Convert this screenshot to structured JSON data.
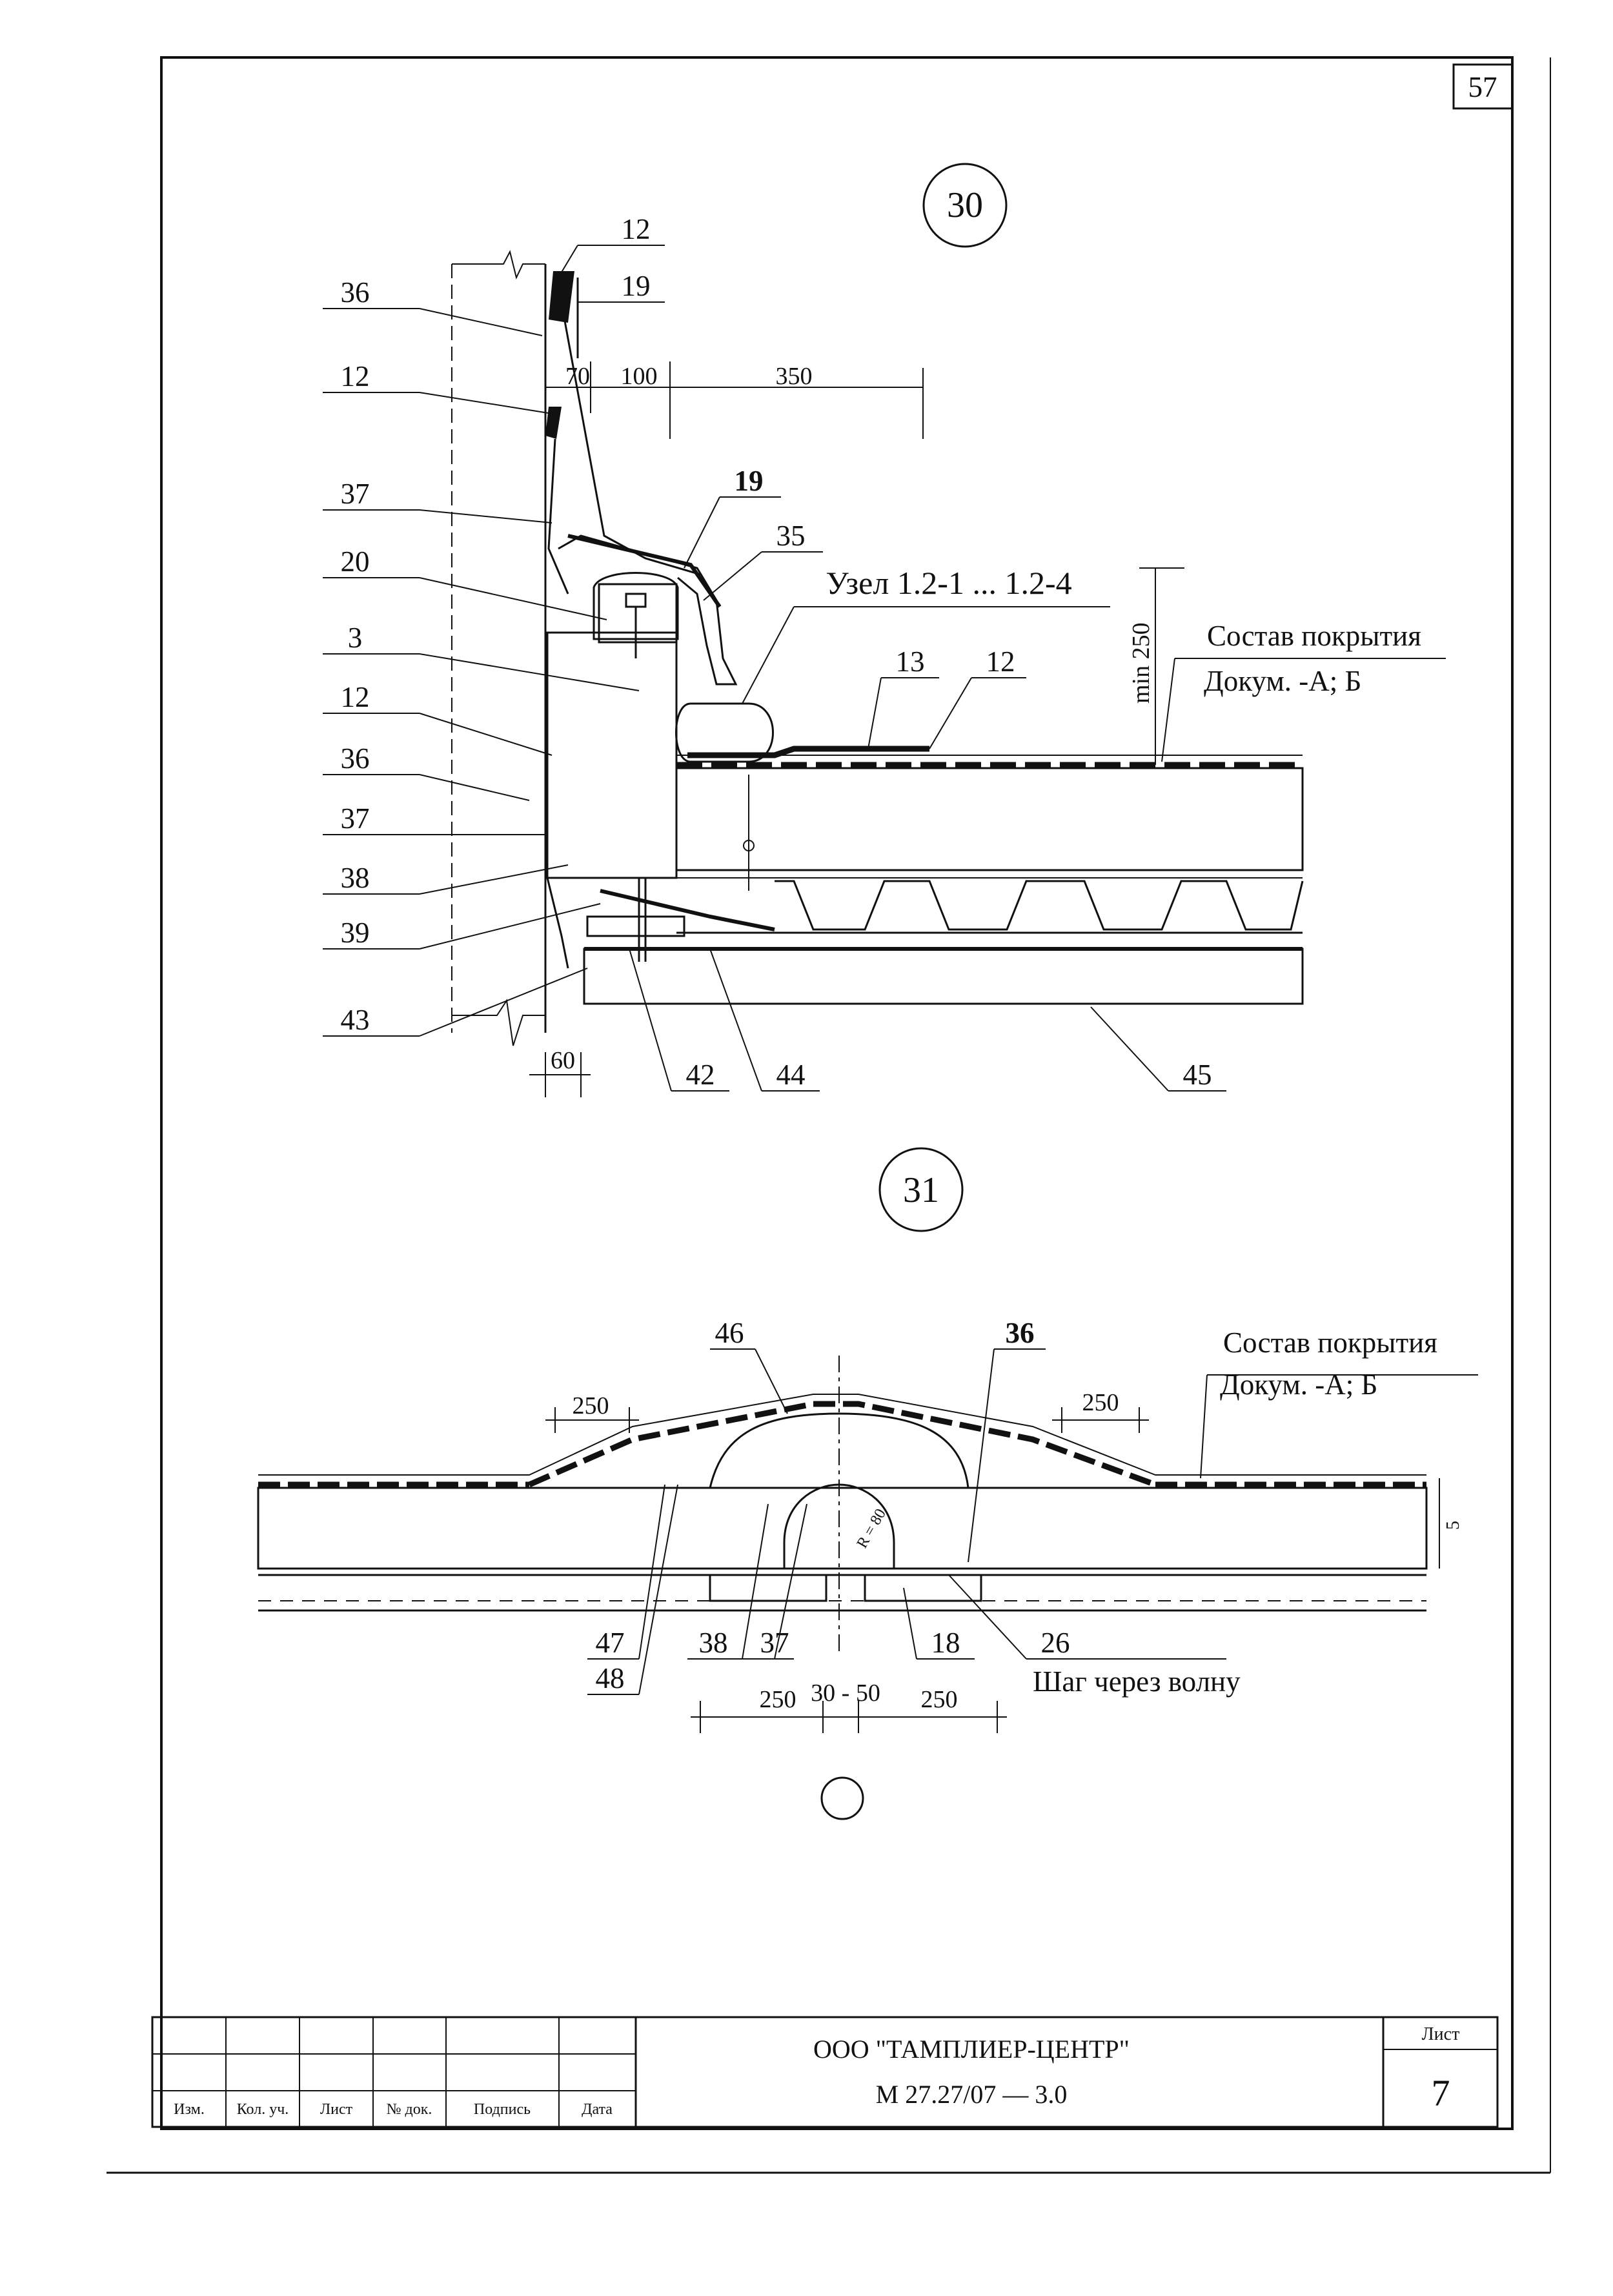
{
  "sheet_number": "57",
  "detail_30": {
    "number": "30",
    "node_ref": "Узел 1.2-1 ... 1.2-4",
    "coating_title": "Состав покрытия",
    "coating_doc": "Докум. -А; Б",
    "min_dim": "min 250",
    "dims": [
      "70",
      "100",
      "350",
      "60"
    ],
    "left_callouts": [
      "12",
      "19",
      "36",
      "12",
      "37",
      "20",
      "3",
      "12",
      "36",
      "37",
      "38",
      "39",
      "43"
    ],
    "right_callouts": [
      "19",
      "35",
      "13",
      "12",
      "42",
      "44",
      "45"
    ]
  },
  "detail_31": {
    "number": "31",
    "coating_title": "Состав покрытия",
    "coating_doc": "Докум. -А; Б",
    "pitch_note": "Шаг через волну",
    "radius": "R = 80",
    "thickness": "5",
    "dims_top": [
      "250",
      "250"
    ],
    "dims_bottom": [
      "250",
      "30 - 50",
      "250"
    ],
    "callouts": [
      "46",
      "36",
      "47",
      "48",
      "38",
      "37",
      "18",
      "26"
    ]
  },
  "title_block": {
    "company": "ООО \"ТАМПЛИЕР-ЦЕНТР\"",
    "doc_code": "М 27.27/07  —  3.0",
    "sheet_label": "Лист",
    "sheet_no": "7",
    "columns": [
      "Изм.",
      "Кол. уч.",
      "Лист",
      "№ док.",
      "Подпись",
      "Дата"
    ]
  }
}
